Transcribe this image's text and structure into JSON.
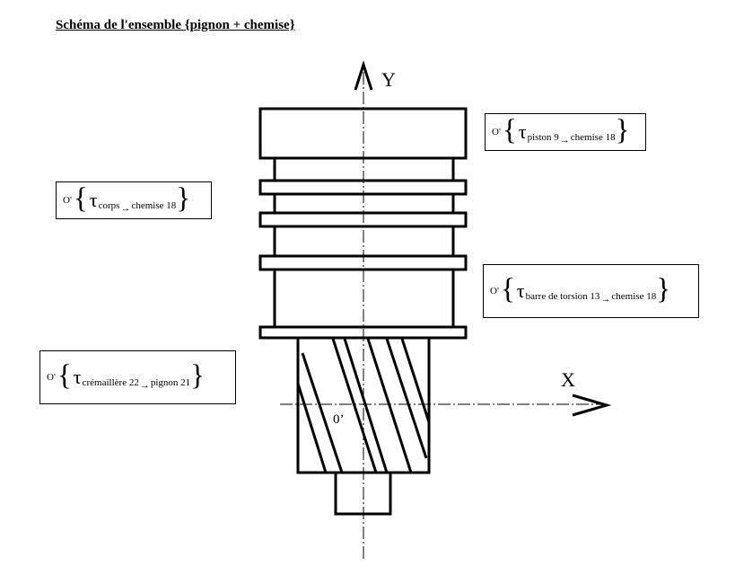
{
  "title": "Schéma de l'ensemble {pignon + chemise}",
  "axes": {
    "y_label": "Y",
    "x_label": "X",
    "origin_label": "0’"
  },
  "torsors": [
    {
      "point": "O'",
      "symbol": "τ",
      "from": "piston 9",
      "arrow": "→",
      "to": "chemise 18"
    },
    {
      "point": "O'",
      "symbol": "τ",
      "from": "corps",
      "arrow": "→",
      "to": "chemise 18"
    },
    {
      "point": "O'",
      "symbol": "τ",
      "from": "barre de torsion 13",
      "arrow": "→",
      "to": "chemise 18"
    },
    {
      "point": "O'",
      "symbol": "τ",
      "from": "crémaillère 22",
      "arrow": "→",
      "to": "pignon 21"
    }
  ]
}
